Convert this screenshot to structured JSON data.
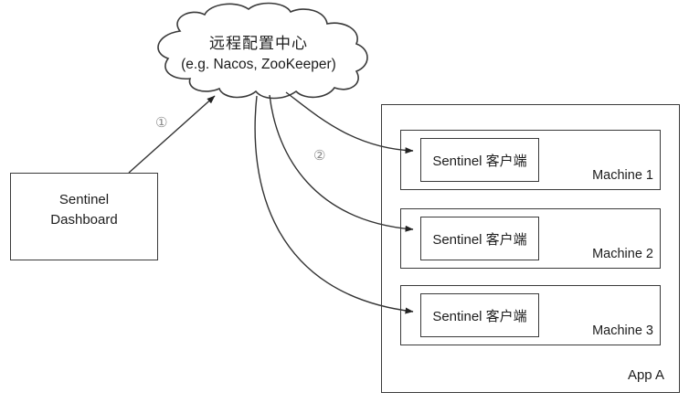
{
  "diagram": {
    "cloud": {
      "title": "远程配置中心",
      "subtitle": "(e.g. Nacos, ZooKeeper)"
    },
    "dashboard": {
      "line1": "Sentinel",
      "line2": "Dashboard"
    },
    "steps": {
      "one": "①",
      "two": "②"
    },
    "app": {
      "label": "App A"
    },
    "machines": [
      {
        "label": "Machine 1",
        "client": "Sentinel 客户端"
      },
      {
        "label": "Machine 2",
        "client": "Sentinel 客户端"
      },
      {
        "label": "Machine 3",
        "client": "Sentinel 客户端"
      }
    ],
    "colors": {
      "stroke": "#3a3a3a",
      "step_label": "#8c8c8c",
      "text": "#1c1c1c",
      "background": "#ffffff"
    }
  }
}
